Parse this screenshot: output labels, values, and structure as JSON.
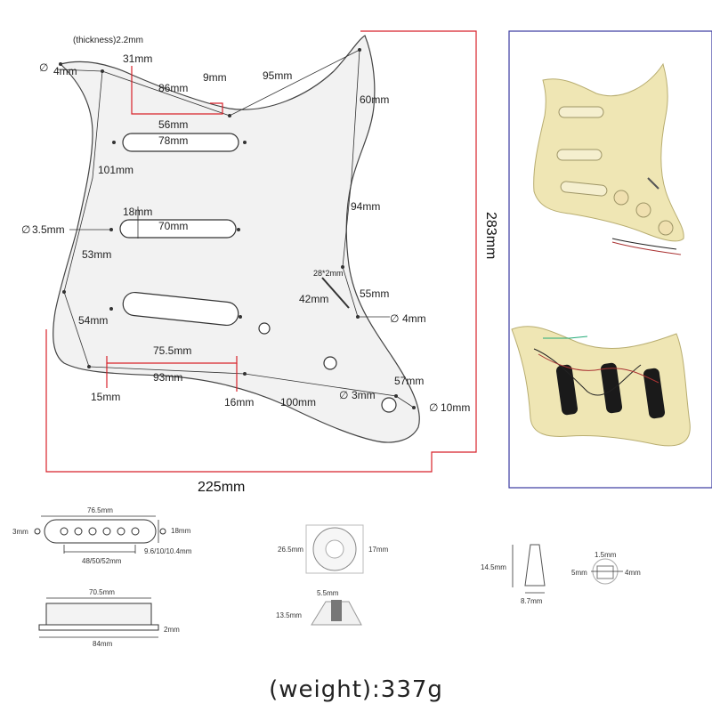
{
  "pickguard": {
    "thickness": "(thickness)2.2mm",
    "hole_4mm_a": "4mm",
    "d31": "31mm",
    "d9": "9mm",
    "d95": "95mm",
    "d86": "86mm",
    "d60": "60mm",
    "d56": "56mm",
    "d78": "78mm",
    "d101": "101mm",
    "d94": "94mm",
    "d18": "18mm",
    "d70": "70mm",
    "hole_3_5": "3.5mm",
    "d283": "283mm",
    "d53": "53mm",
    "d28x2": "28*2mm",
    "d42": "42mm",
    "d55": "55mm",
    "d54": "54mm",
    "hole_4mm_b": "4mm",
    "d75_5": "75.5mm",
    "d93": "93mm",
    "d57": "57mm",
    "d15": "15mm",
    "d16": "16mm",
    "d100": "100mm",
    "hole_3mm": "3mm",
    "hole_10mm": "10mm",
    "d225": "225mm"
  },
  "pickup_cover": {
    "width": "76.5mm",
    "hole": "3mm",
    "height": "18mm",
    "pole_spacing": "48/50/52mm",
    "pole_range": "9.6/10/10.4mm"
  },
  "pickup_side": {
    "top": "70.5mm",
    "bottom": "84mm",
    "thick": "2mm"
  },
  "knob": {
    "dia": "26.5mm",
    "height": "17mm",
    "shaft": "5.5mm",
    "base": "13.5mm"
  },
  "switch_tip": {
    "height": "14.5mm",
    "width": "8.7mm"
  },
  "switch_hole": {
    "top": "1.5mm",
    "left": "5mm",
    "right": "4mm"
  },
  "weight": "(weight):337g",
  "colors": {
    "dimension_red": "#d8222a",
    "frame_blue": "#3a3aa0",
    "pickguard_cream": "#efe6b4",
    "pickup_black": "#1a1a1a"
  }
}
